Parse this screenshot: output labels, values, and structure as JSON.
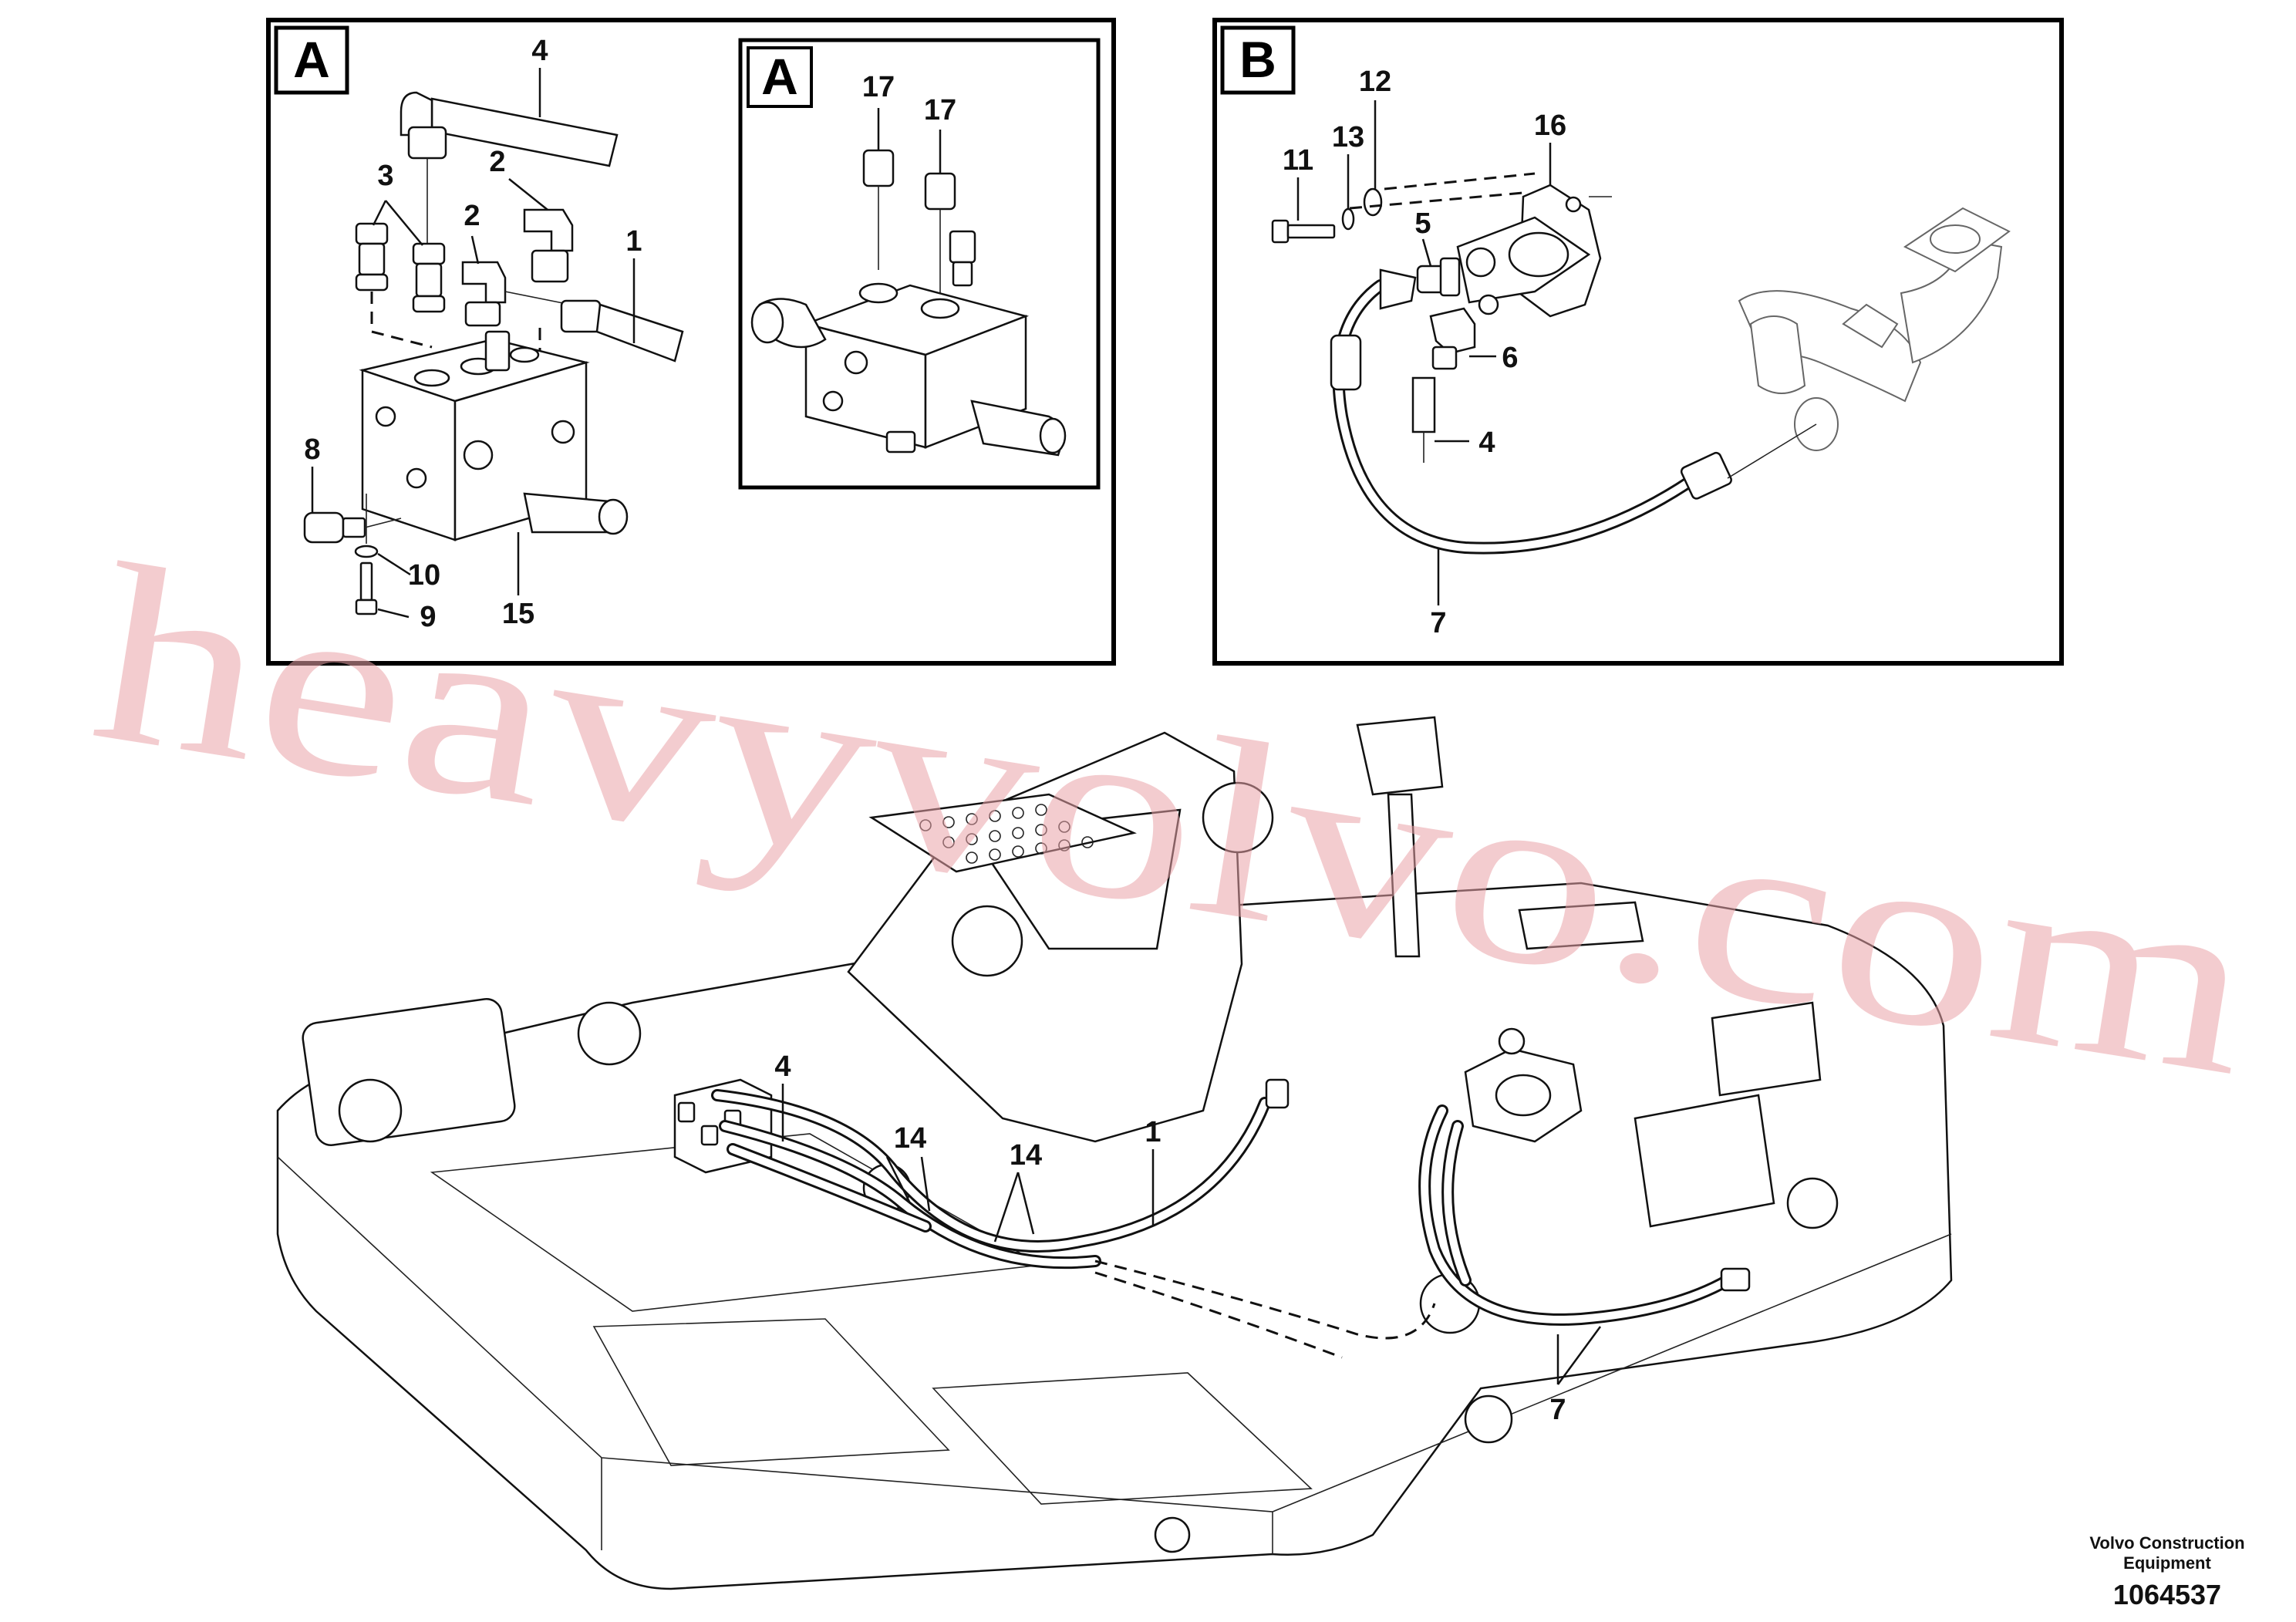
{
  "panel_a": {
    "tag": "A",
    "callouts": [
      "4",
      "3",
      "2",
      "2",
      "1",
      "8",
      "10",
      "9",
      "15"
    ],
    "inset": {
      "tag": "A",
      "callouts": [
        "17",
        "17"
      ]
    }
  },
  "panel_b": {
    "tag": "B",
    "callouts": [
      "12",
      "13",
      "11",
      "16",
      "5",
      "6",
      "4",
      "7"
    ]
  },
  "main": {
    "callouts": [
      "4",
      "14",
      "14",
      "1",
      "7"
    ]
  },
  "watermark": "heavyvolvo.com",
  "footer": {
    "brand_line1": "Volvo Construction",
    "brand_line2": "Equipment",
    "drawing_number": "1064537"
  }
}
